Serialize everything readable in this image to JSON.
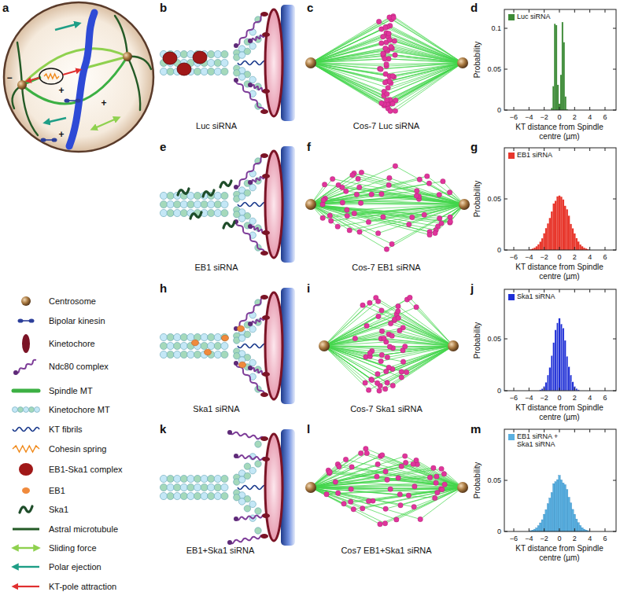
{
  "diagram": {
    "labels": [
      "a",
      "b",
      "c",
      "d",
      "e",
      "f",
      "g",
      "h",
      "i",
      "j",
      "k",
      "l",
      "m",
      "+",
      "−",
      "+",
      "+",
      "Luc siRNA",
      "Cos-7 Luc siRNA",
      "EB1 siRNA",
      "Cos-7 EB1 siRNA",
      "Ska1 siRNA",
      "Cos-7 Ska1 siRNA",
      "EB1+Ska1 siRNA",
      "Cos7 EB1+Ska1 siRNA",
      "Probability",
      "0.1",
      "0.05",
      "0",
      "−6",
      "−4",
      "−2",
      "0",
      "2",
      "4",
      "6",
      "KT distance from Spindle centre (µm)",
      "Probability",
      "0.05",
      "0",
      "−6",
      "−4",
      "−2",
      "0",
      "2",
      "4",
      "6",
      "KT distance from Spindle centre (µm)",
      "Probability",
      "0.05",
      "0",
      "−6",
      "−4",
      "−2",
      "0",
      "2",
      "4",
      "6",
      "KT distance from Spindle centre (µm)",
      "Probability",
      "0.05",
      "0",
      "−6",
      "−4",
      "−2",
      "0",
      "2",
      "4",
      "6",
      "KT distance from Spindle centre (µm)"
    ],
    "legend": [
      {
        "text": "Centrosome"
      },
      {
        "text": "Bipolar kinesin"
      },
      {
        "text": "Kinetochore"
      },
      {
        "text": "Ndc80 complex"
      },
      {
        "text": "Spindle MT"
      },
      {
        "text": "Kinetochore MT"
      },
      {
        "text": "KT fibrils"
      },
      {
        "text": "Cohesin spring"
      },
      {
        "text": "EB1-Ska1 complex"
      },
      {
        "text": "EB1"
      },
      {
        "text": "Ska1"
      },
      {
        "text": "Astral microtubule"
      },
      {
        "text": "Sliding force"
      },
      {
        "text": "Polar ejection"
      },
      {
        "text": "KT-pole attraction"
      },
      {
        "text": "Luc siRNA",
        "color": "#3d8b37"
      },
      {
        "text": "EB1 siRNA",
        "color": "#e8372c"
      },
      {
        "text": "Ska1 siRNA",
        "color": "#1f2fd6"
      },
      {
        "text": "EB1 siRNA + Ska1 siRNA",
        "color": "#5ab0e0"
      }
    ]
  }
}
